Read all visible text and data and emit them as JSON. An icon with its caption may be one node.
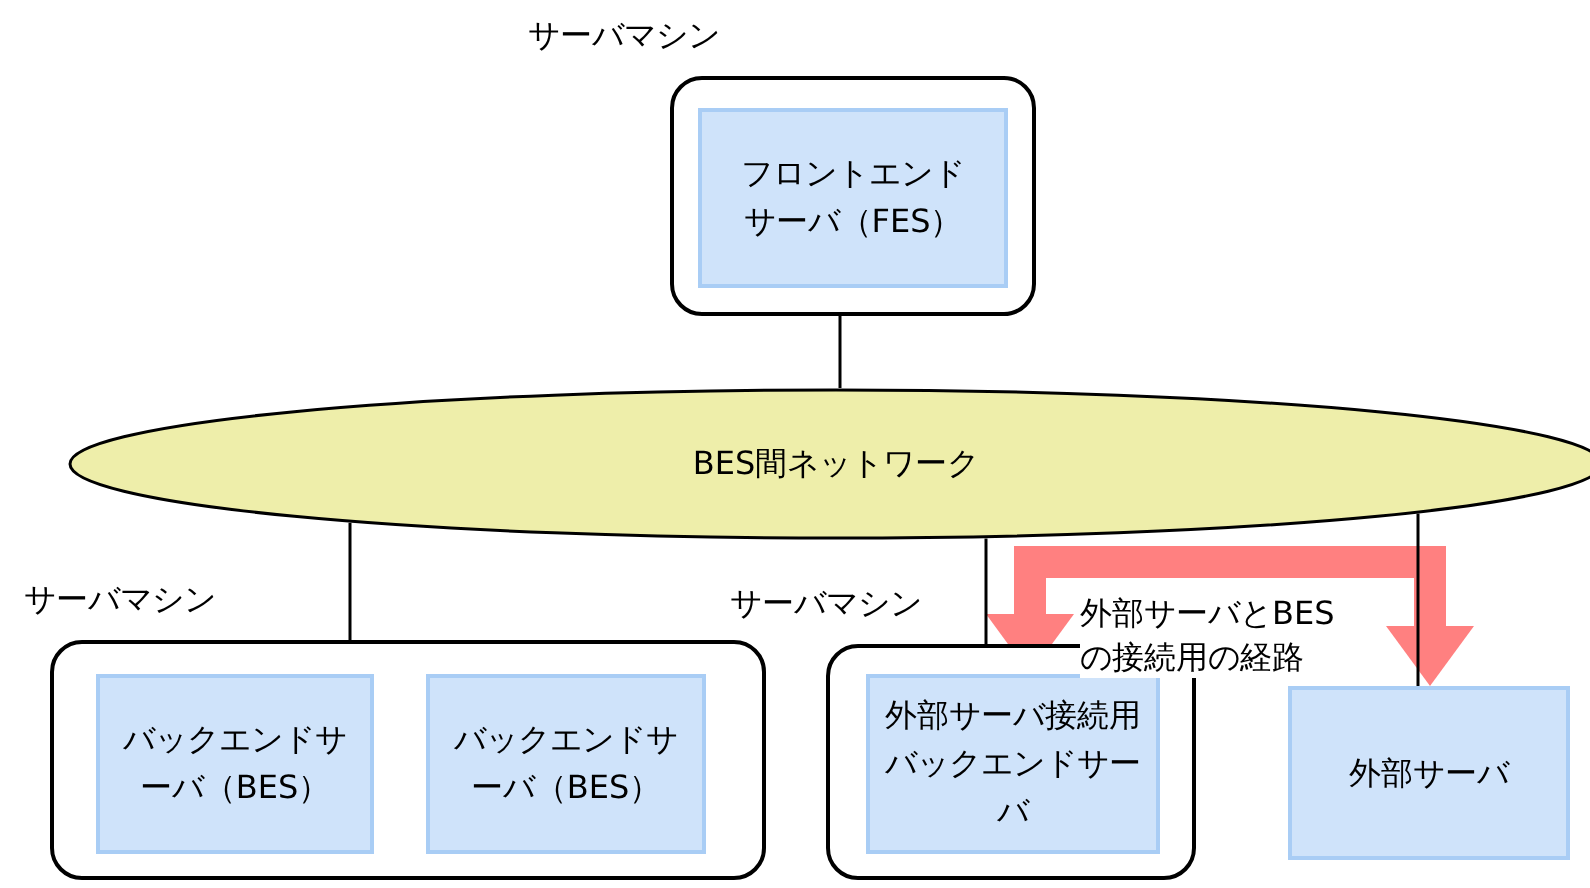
{
  "diagram": {
    "nodes": [
      {
        "text": [
          "サーバマシン"
        ]
      },
      {
        "text": [
          "フロントエンドサーバ（FES）"
        ],
        "in": 0
      },
      {
        "text": [
          "BES間ネットワーク"
        ]
      },
      {
        "text": [
          "サーバマシン"
        ]
      },
      {
        "text": [
          "バックエンドサーバ（BES）"
        ],
        "in": 3
      },
      {
        "text": [
          "バックエンドサーバ（BES）"
        ],
        "in": 3
      },
      {
        "text": [
          "サーバマシン"
        ]
      },
      {
        "text": [
          "外部サーバ接続用バックエンドサーバ"
        ],
        "in": 6
      },
      {
        "text": [
          "外部サーバ"
        ]
      }
    ],
    "edges": [
      {
        "from": 0,
        "to": 2,
        "arrow": "none"
      },
      {
        "from": 2,
        "to": 3,
        "arrow": "none"
      },
      {
        "from": 2,
        "to": 6,
        "arrow": "none"
      },
      {
        "from": 2,
        "to": 8,
        "arrow": "none"
      },
      {
        "from": 7,
        "to": 8,
        "arrow": "both",
        "label": "外部サーバとBESの接続用の経路",
        "style": "thick",
        "color": "#ff8080"
      }
    ]
  }
}
